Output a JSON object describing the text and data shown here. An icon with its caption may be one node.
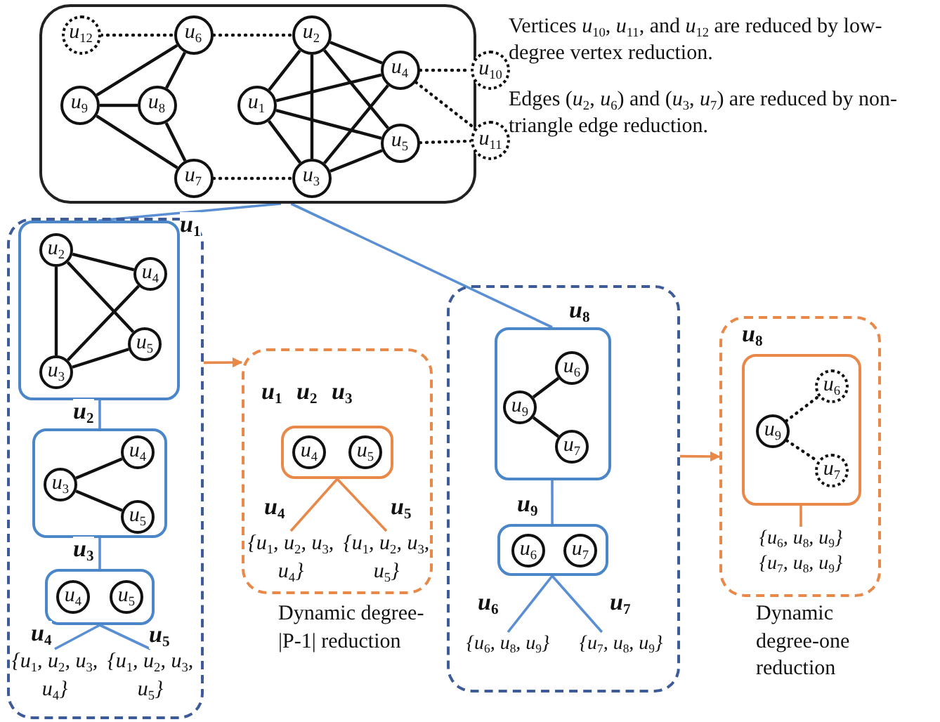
{
  "diagram": {
    "nodes": [
      {
        "text": [],
        "shape": "box"
      },
      {
        "text": [
          "u$_{12}$"
        ],
        "in": 0
      },
      {
        "text": [
          "u$_{6}$"
        ],
        "in": 0
      },
      {
        "text": [
          "u$_{2}$"
        ],
        "in": 0
      },
      {
        "text": [
          "u$_{9}$"
        ],
        "in": 0
      },
      {
        "text": [
          "u$_{8}$"
        ],
        "in": 0
      },
      {
        "text": [
          "u$_{1}$"
        ],
        "in": 0
      },
      {
        "text": [
          "u$_{4}$"
        ],
        "in": 0
      },
      {
        "text": [
          "u$_{5}$"
        ],
        "in": 0
      },
      {
        "text": [
          "u$_{7}$"
        ],
        "in": 0
      },
      {
        "text": [
          "u$_{3}$"
        ],
        "in": 0
      },
      {
        "text": [
          "u$_{10}$"
        ]
      },
      {
        "text": [
          "u$_{11}$"
        ]
      },
      {
        "text": [],
        "shape": "box"
      },
      {
        "text": [],
        "shape": "box",
        "in": 13
      },
      {
        "text": [
          "u$_{2}$"
        ],
        "in": 14
      },
      {
        "text": [
          "u$_{4}$"
        ],
        "in": 14
      },
      {
        "text": [
          "u$_{5}$"
        ],
        "in": 14
      },
      {
        "text": [
          "u$_{3}$"
        ],
        "in": 14
      },
      {
        "text": [],
        "shape": "box",
        "in": 13
      },
      {
        "text": [
          "u$_{4}$"
        ],
        "in": 19
      },
      {
        "text": [
          "u$_{3}$"
        ],
        "in": 19
      },
      {
        "text": [
          "u$_{5}$"
        ],
        "in": 19
      },
      {
        "text": [],
        "shape": "box",
        "in": 13
      },
      {
        "text": [
          "u$_{4}$"
        ],
        "in": 23
      },
      {
        "text": [
          "u$_{5}$"
        ],
        "in": 23
      },
      {
        "text": [
          "{u$_{1}$, u$_{2}$, u$_{3}$, u$_{4}$}"
        ],
        "in": 13
      },
      {
        "text": [
          "{u$_{1}$, u$_{2}$, u$_{3}$, u$_{5}$}"
        ],
        "in": 13
      },
      {
        "text": [
          "u$_{1}$ u$_{2}$ u$_{3}$"
        ],
        "beside": [
          "Dynamic degree-|P-1| reduction"
        ]
      },
      {
        "text": [],
        "shape": "box",
        "in": 28
      },
      {
        "text": [
          "u$_{4}$"
        ],
        "in": 29
      },
      {
        "text": [
          "u$_{5}$"
        ],
        "in": 29
      },
      {
        "text": [
          "{u$_{1}$, u$_{2}$, u$_{3}$, u$_{4}$}"
        ],
        "in": 28
      },
      {
        "text": [
          "{u$_{1}$, u$_{2}$, u$_{3}$, u$_{5}$}"
        ],
        "in": 28
      },
      {
        "text": [],
        "shape": "box"
      },
      {
        "text": [],
        "shape": "box",
        "in": 34
      },
      {
        "text": [
          "u$_{6}$"
        ],
        "in": 35
      },
      {
        "text": [
          "u$_{9}$"
        ],
        "in": 35
      },
      {
        "text": [
          "u$_{7}$"
        ],
        "in": 35
      },
      {
        "text": [],
        "shape": "box",
        "in": 34
      },
      {
        "text": [
          "u$_{6}$"
        ],
        "in": 39
      },
      {
        "text": [
          "u$_{7}$"
        ],
        "in": 39
      },
      {
        "text": [
          "{u$_{6}$, u$_{8}$, u$_{9}$}"
        ],
        "in": 34
      },
      {
        "text": [
          "{u$_{7}$, u$_{8}$, u$_{9}$}"
        ],
        "in": 34
      },
      {
        "text": [
          "u$_{8}$"
        ],
        "beside": [
          "Dynamic degree-one reduction"
        ]
      },
      {
        "text": [],
        "shape": "box",
        "in": 44
      },
      {
        "text": [
          "u$_{6}$"
        ],
        "in": 45
      },
      {
        "text": [
          "u$_{9}$"
        ],
        "in": 45
      },
      {
        "text": [
          "u$_{7}$"
        ],
        "in": 45
      },
      {
        "text": [
          "{u$_{6}$, u$_{8}$, u$_{9}$}",
          "{u$_{7}$, u$_{8}$, u$_{9}$}"
        ],
        "in": 44
      }
    ],
    "edges": [
      {
        "from": 1,
        "to": 2,
        "arrow": "none",
        "style": "dashed"
      },
      {
        "from": 2,
        "to": 3,
        "arrow": "none",
        "style": "dashed"
      },
      {
        "from": 2,
        "to": 4,
        "arrow": "none"
      },
      {
        "from": 2,
        "to": 5,
        "arrow": "none"
      },
      {
        "from": 4,
        "to": 5,
        "arrow": "none"
      },
      {
        "from": 4,
        "to": 9,
        "arrow": "none"
      },
      {
        "from": 5,
        "to": 9,
        "arrow": "none"
      },
      {
        "from": 9,
        "to": 10,
        "arrow": "none",
        "style": "dashed"
      },
      {
        "from": 6,
        "to": 3,
        "arrow": "none"
      },
      {
        "from": 6,
        "to": 7,
        "arrow": "none"
      },
      {
        "from": 6,
        "to": 8,
        "arrow": "none"
      },
      {
        "from": 6,
        "to": 10,
        "arrow": "none"
      },
      {
        "from": 3,
        "to": 10,
        "arrow": "none"
      },
      {
        "from": 3,
        "to": 7,
        "arrow": "none"
      },
      {
        "from": 3,
        "to": 8,
        "arrow": "none"
      },
      {
        "from": 10,
        "to": 7,
        "arrow": "none"
      },
      {
        "from": 10,
        "to": 8,
        "arrow": "none"
      },
      {
        "from": 7,
        "to": 11,
        "arrow": "none",
        "style": "dashed"
      },
      {
        "from": 7,
        "to": 12,
        "arrow": "none",
        "style": "dashed"
      },
      {
        "from": 8,
        "to": 12,
        "arrow": "none",
        "style": "dashed"
      },
      {
        "from": 0,
        "to": 14,
        "arrow": "none",
        "label": "u$_{1}$",
        "color": "#5b8fd3"
      },
      {
        "from": 0,
        "to": 35,
        "arrow": "none",
        "label": "u$_{8}$",
        "color": "#5b8fd3"
      },
      {
        "from": 15,
        "to": 18,
        "arrow": "none"
      },
      {
        "from": 15,
        "to": 16,
        "arrow": "none"
      },
      {
        "from": 15,
        "to": 17,
        "arrow": "none"
      },
      {
        "from": 18,
        "to": 16,
        "arrow": "none"
      },
      {
        "from": 18,
        "to": 17,
        "arrow": "none"
      },
      {
        "from": 14,
        "to": 19,
        "arrow": "none",
        "label": "u$_{2}$",
        "color": "#5b8fd3"
      },
      {
        "from": 21,
        "to": 20,
        "arrow": "none"
      },
      {
        "from": 21,
        "to": 22,
        "arrow": "none"
      },
      {
        "from": 19,
        "to": 23,
        "arrow": "none",
        "label": "u$_{3}$",
        "color": "#5b8fd3"
      },
      {
        "from": 23,
        "to": 26,
        "arrow": "none",
        "label": "u$_{4}$",
        "color": "#5b8fd3"
      },
      {
        "from": 23,
        "to": 27,
        "arrow": "none",
        "label": "u$_{5}$",
        "color": "#5b8fd3"
      },
      {
        "from": 13,
        "to": 28,
        "arrow": "to",
        "color": "#e8894a"
      },
      {
        "from": 29,
        "to": 32,
        "arrow": "none",
        "label": "u$_{4}$",
        "color": "#e8894a"
      },
      {
        "from": 29,
        "to": 33,
        "arrow": "none",
        "label": "u$_{5}$",
        "color": "#e8894a"
      },
      {
        "from": 37,
        "to": 36,
        "arrow": "none"
      },
      {
        "from": 37,
        "to": 38,
        "arrow": "none"
      },
      {
        "from": 35,
        "to": 39,
        "arrow": "none",
        "label": "u$_{9}$",
        "color": "#5b8fd3"
      },
      {
        "from": 39,
        "to": 42,
        "arrow": "none",
        "label": "u$_{6}$",
        "color": "#5b8fd3"
      },
      {
        "from": 39,
        "to": 43,
        "arrow": "none",
        "label": "u$_{7}$",
        "color": "#5b8fd3"
      },
      {
        "from": 34,
        "to": 44,
        "arrow": "to",
        "color": "#e8894a"
      },
      {
        "from": 47,
        "to": 46,
        "arrow": "none",
        "style": "dashed"
      },
      {
        "from": 47,
        "to": 48,
        "arrow": "none",
        "style": "dashed"
      },
      {
        "from": 45,
        "to": 49,
        "arrow": "none",
        "color": "#e8894a"
      }
    ],
    "labels": [
      "Vertices *u*$_{10}$, *u*$_{11}$, and *u*$_{12}$ are reduced by low-degree vertex reduction.",
      "Edges (*u*$_{2}$, *u*$_{6}$) and (*u*$_{3}$, *u*$_{7}$) are reduced by non-triangle edge reduction."
    ]
  }
}
